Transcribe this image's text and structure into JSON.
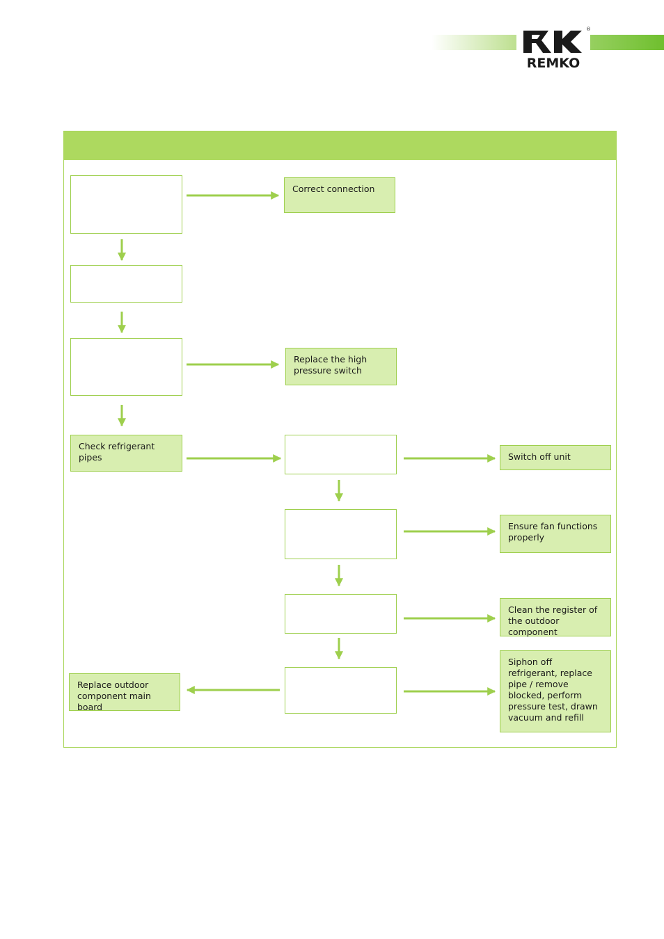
{
  "brand": {
    "name": "REMKO",
    "registered_mark": "®",
    "accent_color": "#add95f",
    "box_fill_color": "#d8eeb0"
  },
  "flowchart": {
    "actions": {
      "correct_connection": "Correct connection",
      "replace_high_pressure_switch": "Replace the high pressure switch",
      "check_refrigerant_pipes": "Check refrigerant pipes",
      "switch_off_unit": "Switch off unit",
      "ensure_fan_functions": "Ensure fan functions properly",
      "clean_register": "Clean the register of the outdoor component",
      "siphon_off_refrigerant": "Siphon off refrigerant, replace pipe / remove blocked, perform pressure test, drawn vacuum and refill",
      "replace_main_board": "Replace outdoor component main board"
    }
  }
}
